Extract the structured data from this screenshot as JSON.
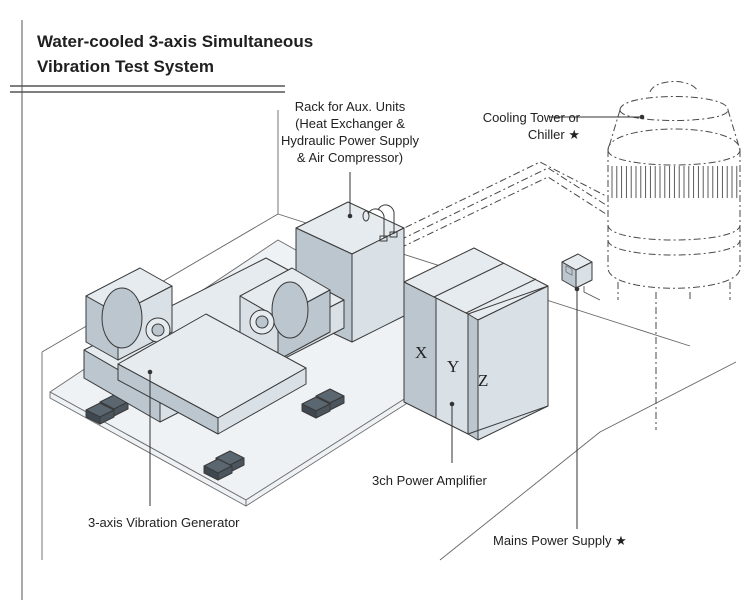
{
  "title": {
    "line1": "Water-cooled 3-axis Simultaneous",
    "line2": "Vibration Test System"
  },
  "labels": {
    "rack": [
      "Rack for Aux. Units",
      "(Heat Exchanger &",
      "Hydraulic Power Supply",
      "& Air Compressor)"
    ],
    "cooling": [
      "Cooling Tower or",
      "Chiller ★"
    ],
    "amplifier": "3ch Power Amplifier",
    "generator": "3-axis Vibration Generator",
    "mains": "Mains Power Supply ★"
  },
  "axes": {
    "x": "X",
    "y": "Y",
    "z": "Z"
  },
  "colors": {
    "fill": "#d9e0e6",
    "fill_light": "#e6ebef",
    "fill_dark": "#bcc6ce",
    "floor": "#eef2f5",
    "stroke": "#3a3a3a",
    "text": "#222222"
  }
}
